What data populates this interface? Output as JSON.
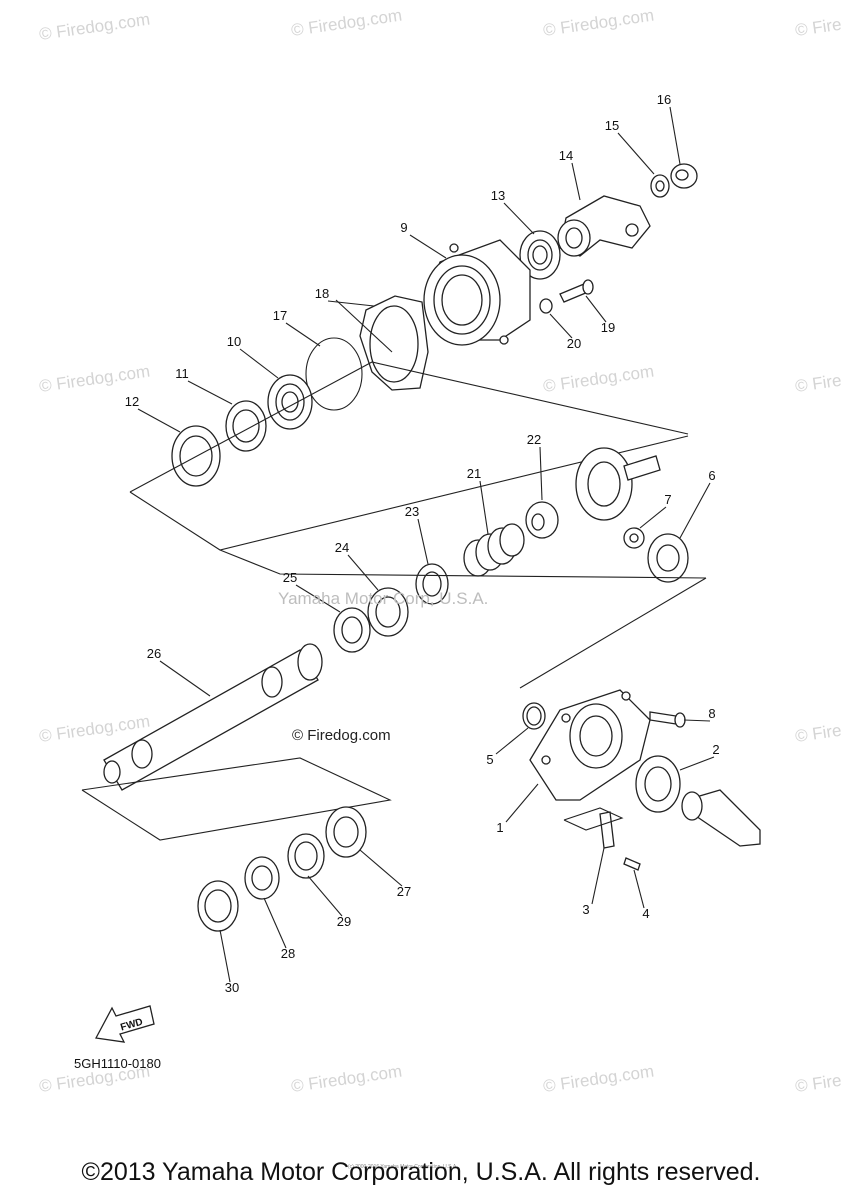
{
  "watermarks": {
    "corner_text": "© Firedog.com",
    "center_text": "Yamaha Motor Corp, U.S.A.",
    "inline_text": "© Firedog.com"
  },
  "diagram": {
    "part_code": "5GH1110-0180",
    "fwd_label": "FWD",
    "small_print": "(c) 2000-2016 Yamaha Motor Corporation, U.S.A.",
    "callouts": [
      "1",
      "2",
      "3",
      "4",
      "5",
      "6",
      "7",
      "8",
      "9",
      "10",
      "11",
      "12",
      "13",
      "14",
      "15",
      "16",
      "17",
      "18",
      "19",
      "20",
      "21",
      "22",
      "23",
      "24",
      "25",
      "26",
      "27",
      "28",
      "29",
      "30"
    ]
  },
  "footer": {
    "copyright": "©2013 Yamaha Motor Corporation, U.S.A. All rights reserved."
  },
  "colors": {
    "line": "#222222",
    "watermark": "#d4d4d4",
    "background": "#ffffff"
  }
}
